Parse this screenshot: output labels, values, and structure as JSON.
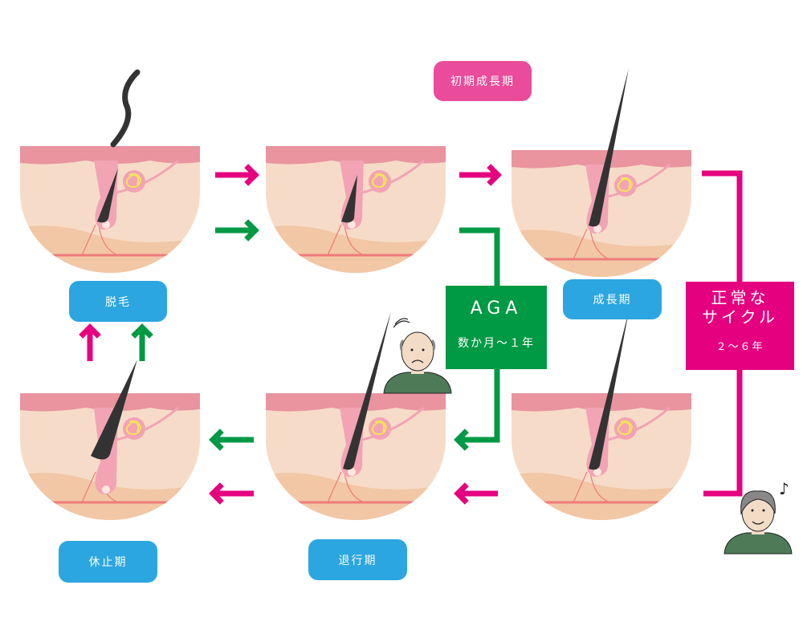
{
  "diagram": {
    "title": "Hair growth cycle: normal vs AGA",
    "colors": {
      "normal": "#e5007f",
      "aga": "#009944",
      "stage_label": "#2ba6e0",
      "phase_label": "#ea4b9a",
      "skin": "#f6dcc8",
      "epidermis": "#e9949f",
      "fat": "#f2c7a6",
      "hair": "#333333",
      "gland": "#f3e35a"
    },
    "phase_label": "初期成長期",
    "stages": [
      {
        "id": "shedding",
        "label": "脱毛",
        "hair": "shedding"
      },
      {
        "id": "early-growth",
        "label": "",
        "hair": "short"
      },
      {
        "id": "growth",
        "label": "成長期",
        "hair": "long"
      },
      {
        "id": "growth-2",
        "label": "",
        "hair": "long"
      },
      {
        "id": "regression",
        "label": "退行期",
        "hair": "regressing"
      },
      {
        "id": "resting",
        "label": "休止期",
        "hair": "resting"
      }
    ],
    "aga_box": {
      "title": "AGA",
      "duration": "数か月～１年"
    },
    "normal_box": {
      "title_line1": "正常な",
      "title_line2": "サイクル",
      "duration": "２～６年"
    },
    "icons": {
      "bald_man": "worried-balding-man-icon",
      "happy_man": "happy-man-with-music-note-icon"
    }
  }
}
